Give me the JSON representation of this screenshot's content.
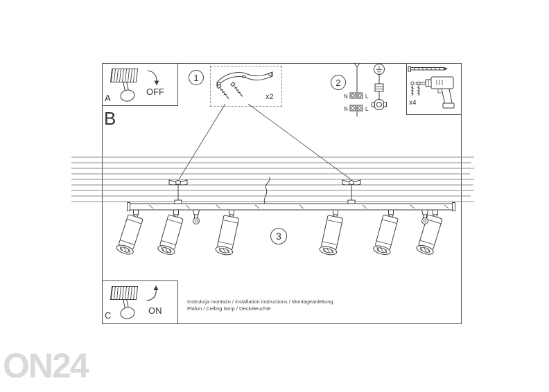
{
  "panels": {
    "a": {
      "label": "A",
      "switch_state": "OFF"
    },
    "b": {
      "label": "B"
    },
    "c": {
      "label": "C",
      "switch_state": "ON"
    }
  },
  "steps": {
    "bracket": {
      "number": "1",
      "quantity": "x2"
    },
    "wiring": {
      "number": "2",
      "labels": {
        "neutral_top": "N",
        "live_top": "L",
        "neutral_bottom": "N",
        "live_bottom": "L"
      }
    },
    "lamp": {
      "number": "3"
    }
  },
  "hardware": {
    "screws_quantity": "x4"
  },
  "footer": {
    "line1": "Instrukcja montażu / installation instructions / Montageanleitung",
    "line2": "Plafon / Ceiling lamp / Deckeleuchte"
  },
  "watermark": {
    "text": "ON24"
  },
  "colors": {
    "line": "#3d3d3d",
    "hatch": "#8a8a8a",
    "watermark": "#d9d9d9"
  }
}
